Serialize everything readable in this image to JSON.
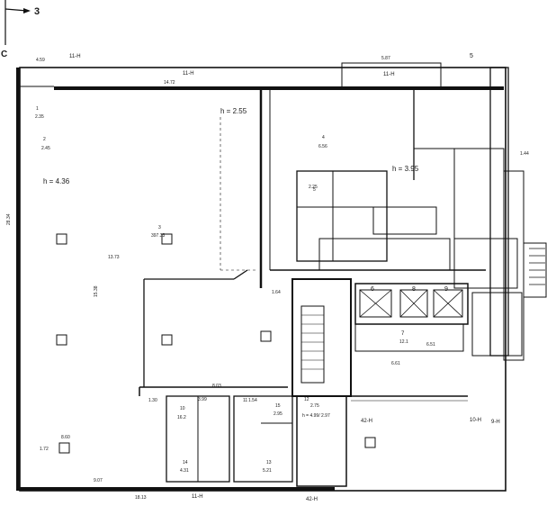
{
  "compass": {
    "east": "3",
    "south": "C"
  },
  "heights": {
    "large_hall": "h = 4.36",
    "mid_hall": "h = 2.55",
    "right_wing": "h = 3.95",
    "stair": "h = 4.99/ 2.97"
  },
  "axes": {
    "top_1": "11-H",
    "top_2": "11-H",
    "top_3": "11-H",
    "top_right": "5",
    "bottom_1": "11-H",
    "bottom_2": "42-H",
    "right_1": "42-H",
    "right_2": "10-H",
    "right_3": "9-H"
  },
  "dimensions": {
    "top_left_width": "4.59",
    "top_span": "14.72",
    "top_right_width": "5.87",
    "left_height": "28.34",
    "bottom_left": "9.07",
    "bottom_span": "18.13",
    "right_side": "1.44",
    "inner_height": "15.38",
    "inner_width": "13.73",
    "stair_width": "6.51",
    "corridor": "6.61"
  },
  "rooms": [
    {
      "number": "1",
      "area": "2.35"
    },
    {
      "number": "2",
      "area": "2.45"
    },
    {
      "number": "3",
      "area": "397.33"
    },
    {
      "number": "4",
      "area": "6.56"
    },
    {
      "number": "5",
      "area": "2.25"
    },
    {
      "number": "6",
      "area": ""
    },
    {
      "number": "7",
      "area": "12.1"
    },
    {
      "number": "8",
      "area": ""
    },
    {
      "number": "9",
      "area": ""
    },
    {
      "number": "10",
      "area": "16.2"
    },
    {
      "number": "11",
      "area": "1.54"
    },
    {
      "number": "12",
      "area": "2.75"
    },
    {
      "number": "13",
      "area": "5.21"
    },
    {
      "number": "14",
      "area": "4.31"
    },
    {
      "number": "15",
      "area": "2.95"
    }
  ],
  "misc": {
    "fig1": "8.60",
    "fig2": "1.72",
    "fig3": "8.03",
    "fig4": "1.30",
    "fig5": "3.99",
    "fig6": "1.64"
  }
}
